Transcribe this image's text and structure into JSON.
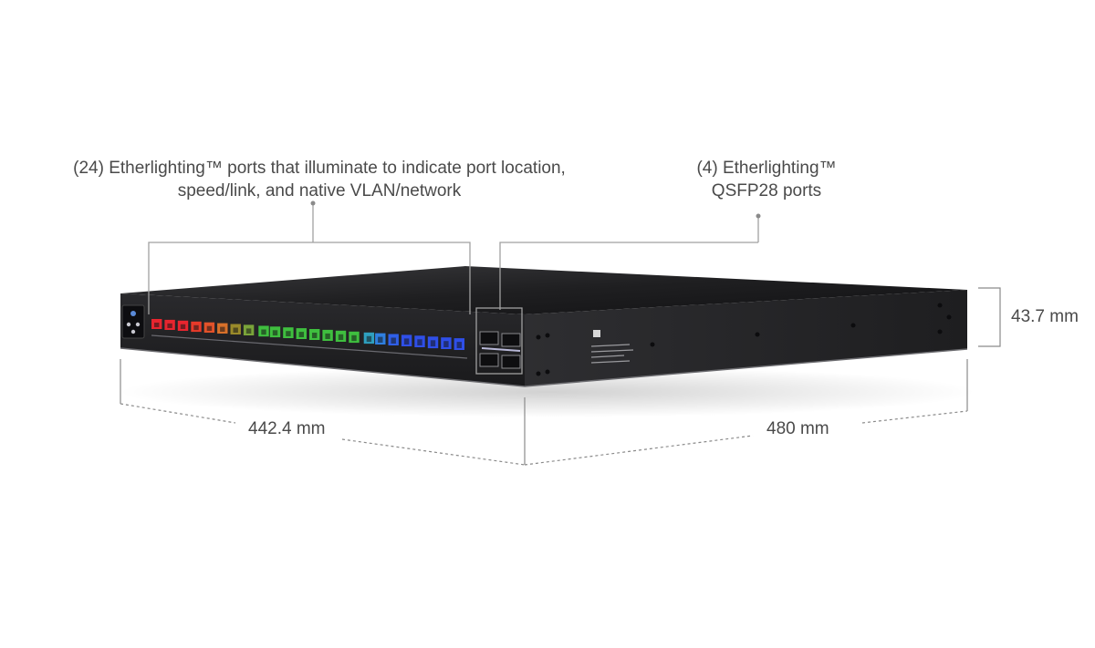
{
  "callouts": {
    "ports_line1": "(24) Etherlighting™ ports that illuminate to indicate port location,",
    "ports_line2": "speed/link, and native VLAN/network",
    "qsfp_line1": "(4) Etherlighting™",
    "qsfp_line2": "QSFP28 ports"
  },
  "dimensions": {
    "height": "43.7 mm",
    "width": "442.4 mm",
    "depth": "480 mm"
  },
  "port_colors": [
    "#e8252f",
    "#e8252f",
    "#e8252f",
    "#e83a2a",
    "#e2522a",
    "#d8702a",
    "#9a8a2a",
    "#7aa43a",
    "#3fbf3f",
    "#3fbf3f",
    "#3fbf3f",
    "#3fbf3f",
    "#3fbf3f",
    "#3fbf3f",
    "#3fbf3f",
    "#3fbf3f",
    "#2f9fbf",
    "#2f7fe0",
    "#2f5fe8",
    "#2f4fe8",
    "#2f4fe8",
    "#2f4fe8",
    "#2f4fe8",
    "#2f4fe8"
  ],
  "colors": {
    "chassis_top": "#1f1f21",
    "chassis_front": "#232325",
    "chassis_side": "#2a2a2c",
    "leader_line": "#9a9a9a",
    "dim_line": "#8a8a8a",
    "text": "#4a4a4a"
  }
}
